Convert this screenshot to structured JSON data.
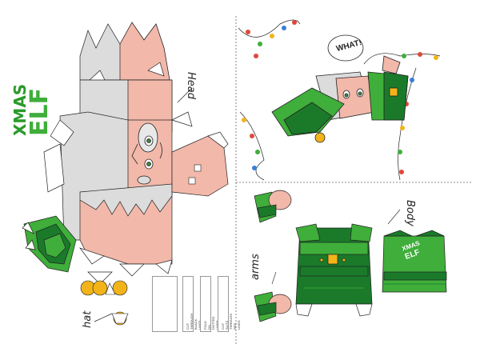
{
  "labels": {
    "logo_line1": "XMAS",
    "logo_line2": "ELF",
    "head": "Head",
    "hat": "hat",
    "arms": "arms",
    "body": "Body",
    "speech": "WHAT!",
    "body_logo1": "XMAS",
    "body_logo2": "ELF"
  },
  "legend": {
    "cut_solid": "CUT THROUGH BLACK LINES",
    "fold_dotted": "FOLD ON DOTTED LINES",
    "cut_red": "CUT SLITS THROUGH RED LINES"
  },
  "colors": {
    "skin": "#f2b8aa",
    "hair": "#d9d9d9",
    "green_dark": "#1a7a2a",
    "green_light": "#3fae3a",
    "gold": "#f2b418",
    "outline": "#222222",
    "red_line": "#e0483a"
  }
}
